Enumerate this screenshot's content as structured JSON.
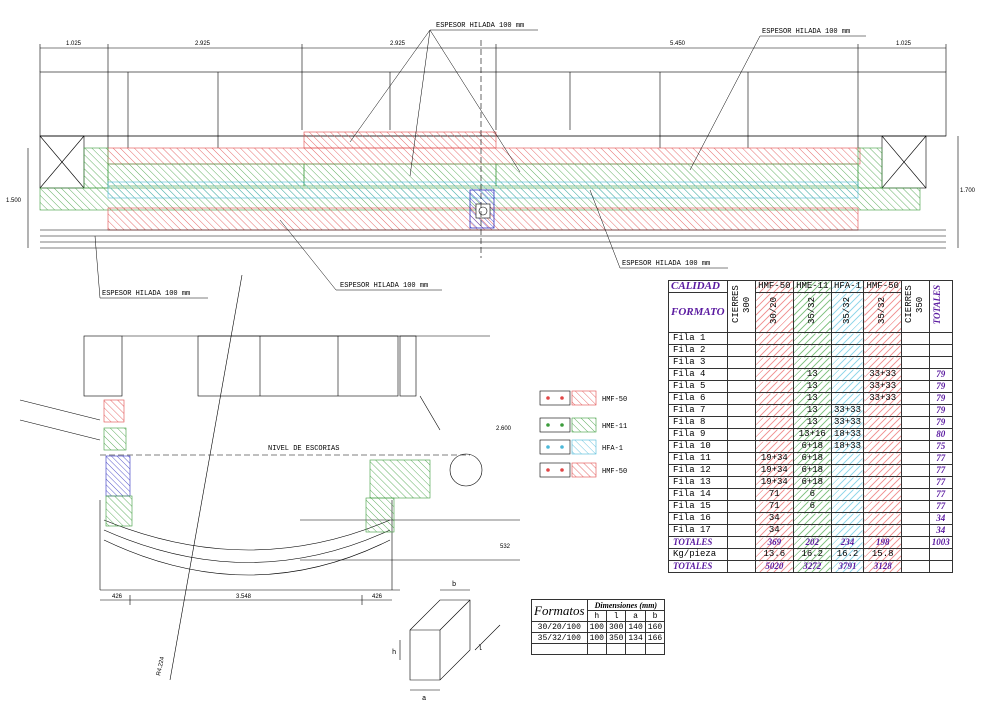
{
  "top_view": {
    "dims": [
      "1.025",
      "2.925",
      "2.925",
      "5.450",
      "1.025"
    ],
    "left_height": "1.500",
    "right_height": "1.700",
    "notes": [
      "ESPESOR HILADA 100 mm",
      "ESPESOR HILADA 100 mm",
      "ESPESOR HILADA 100 mm",
      "ESPESOR HILADA 100 mm",
      "ESPESOR HILADA 100 mm"
    ]
  },
  "section": {
    "nivel": "NIVEL DE ESCORIAS",
    "height": "2.600",
    "bottom": "532",
    "dim_left": "426",
    "dim_center": "3.548",
    "dim_right": "426",
    "radius": "R4.224"
  },
  "legend": [
    {
      "label": "HMF-50",
      "color": "#e04848",
      "dot": "#e04848"
    },
    {
      "label": "HME-11",
      "color": "#3c9c3c",
      "dot": "#3c9c3c"
    },
    {
      "label": "HFA-1",
      "color": "#4cb8d8",
      "dot": "#4cb8d8"
    },
    {
      "label": "HMF-50",
      "color": "#e04848",
      "dot": "#e04848"
    }
  ],
  "table": {
    "calidad": "CALIDAD",
    "formato": "FORMATO",
    "cols": [
      {
        "calidad": "CIERRES 300",
        "formato": ""
      },
      {
        "calidad": "HMF-50",
        "formato": "30/20"
      },
      {
        "calidad": "HME-11",
        "formato": "35/32"
      },
      {
        "calidad": "HFA-1",
        "formato": "35/32"
      },
      {
        "calidad": "HMF-50",
        "formato": "35/32"
      },
      {
        "calidad": "CIERRES 350",
        "formato": ""
      }
    ],
    "totales_head": "TOTALES",
    "rows": [
      {
        "name": "Fila 1",
        "c": [
          "",
          "",
          "",
          "",
          "",
          ""
        ],
        "t": ""
      },
      {
        "name": "Fila 2",
        "c": [
          "",
          "",
          "",
          "",
          "",
          ""
        ],
        "t": ""
      },
      {
        "name": "Fila 3",
        "c": [
          "",
          "",
          "",
          "",
          "",
          ""
        ],
        "t": ""
      },
      {
        "name": "Fila 4",
        "c": [
          "",
          "",
          "13",
          "",
          "33+33",
          ""
        ],
        "t": "79"
      },
      {
        "name": "Fila 5",
        "c": [
          "",
          "",
          "13",
          "",
          "33+33",
          ""
        ],
        "t": "79"
      },
      {
        "name": "Fila 6",
        "c": [
          "",
          "",
          "13",
          "",
          "33+33",
          ""
        ],
        "t": "79"
      },
      {
        "name": "Fila 7",
        "c": [
          "",
          "",
          "13",
          "33+33",
          "",
          ""
        ],
        "t": "79"
      },
      {
        "name": "Fila 8",
        "c": [
          "",
          "",
          "13",
          "33+33",
          "",
          ""
        ],
        "t": "79"
      },
      {
        "name": "Fila 9",
        "c": [
          "",
          "",
          "13+16",
          "18+33",
          "",
          ""
        ],
        "t": "80"
      },
      {
        "name": "Fila 10",
        "c": [
          "",
          "",
          "6+18",
          "18+33",
          "",
          ""
        ],
        "t": "75"
      },
      {
        "name": "Fila 11",
        "c": [
          "",
          "19+34",
          "6+18",
          "",
          "",
          ""
        ],
        "t": "77"
      },
      {
        "name": "Fila 12",
        "c": [
          "",
          "19+34",
          "6+18",
          "",
          "",
          ""
        ],
        "t": "77"
      },
      {
        "name": "Fila 13",
        "c": [
          "",
          "19+34",
          "6+18",
          "",
          "",
          ""
        ],
        "t": "77"
      },
      {
        "name": "Fila 14",
        "c": [
          "",
          "71",
          "6",
          "",
          "",
          ""
        ],
        "t": "77"
      },
      {
        "name": "Fila 15",
        "c": [
          "",
          "71",
          "6",
          "",
          "",
          ""
        ],
        "t": "77"
      },
      {
        "name": "Fila 16",
        "c": [
          "",
          "34",
          "",
          "",
          "",
          ""
        ],
        "t": "34"
      },
      {
        "name": "Fila 17",
        "c": [
          "",
          "34",
          "",
          "",
          "",
          ""
        ],
        "t": "34"
      }
    ],
    "totales_row": {
      "name": "TOTALES",
      "c": [
        "",
        "369",
        "202",
        "234",
        "198",
        ""
      ],
      "t": "1003"
    },
    "kg_row": {
      "name": "Kg/pieza",
      "c": [
        "",
        "13.6",
        "16.2",
        "16.2",
        "15.8",
        ""
      ],
      "t": ""
    },
    "totales2_row": {
      "name": "TOTALES",
      "c": [
        "",
        "5020",
        "3272",
        "3791",
        "3128",
        ""
      ],
      "t": ""
    }
  },
  "formatos": {
    "title": "Formatos",
    "dims_head": "Dimensiones (mm)",
    "cols": [
      "h",
      "l",
      "a",
      "b"
    ],
    "rows": [
      {
        "name": "30/20/100",
        "v": [
          "100",
          "300",
          "140",
          "160"
        ]
      },
      {
        "name": "35/32/100",
        "v": [
          "100",
          "350",
          "134",
          "166"
        ]
      }
    ]
  },
  "brick": {
    "b": "b",
    "a": "a",
    "l": "l",
    "h": "h"
  }
}
